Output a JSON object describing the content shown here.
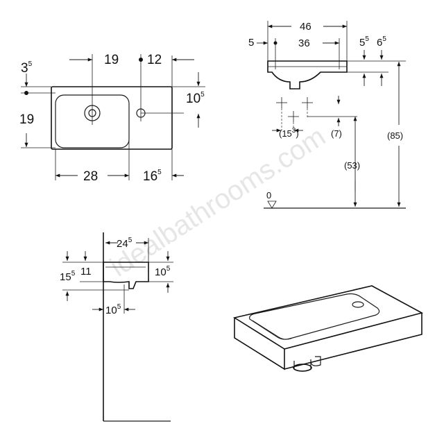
{
  "watermark": "idealbathrooms.com",
  "top_view": {
    "dims": {
      "top_a": "19",
      "top_b": "12",
      "left_top_main": "3",
      "left_top_sup": "5",
      "left_height": "19",
      "right_main": "10",
      "right_sup": "5",
      "bottom_a": "28",
      "bottom_b_main": "16",
      "bottom_b_sup": "5"
    }
  },
  "front_view": {
    "dims": {
      "overall_width": "46",
      "left_offset": "5",
      "inner_width": "36",
      "right_a_main": "5",
      "right_a_sup": "5",
      "right_b_main": "6",
      "right_b_sup": "5",
      "waste_offset": "(15",
      "waste_offset_sup": "3",
      "waste_offset_close": ")",
      "tap_offset": "(7)",
      "waste_height": "(53)",
      "overall_height": "(85)",
      "floor_level": "0"
    }
  },
  "side_view": {
    "dims": {
      "depth_main": "24",
      "depth_sup": "5",
      "total_h_main": "15",
      "total_h_sup": "5",
      "bowl_h": "11",
      "rim_main": "10",
      "rim_sup": "5",
      "waste_main": "10",
      "waste_sup": "5"
    }
  }
}
